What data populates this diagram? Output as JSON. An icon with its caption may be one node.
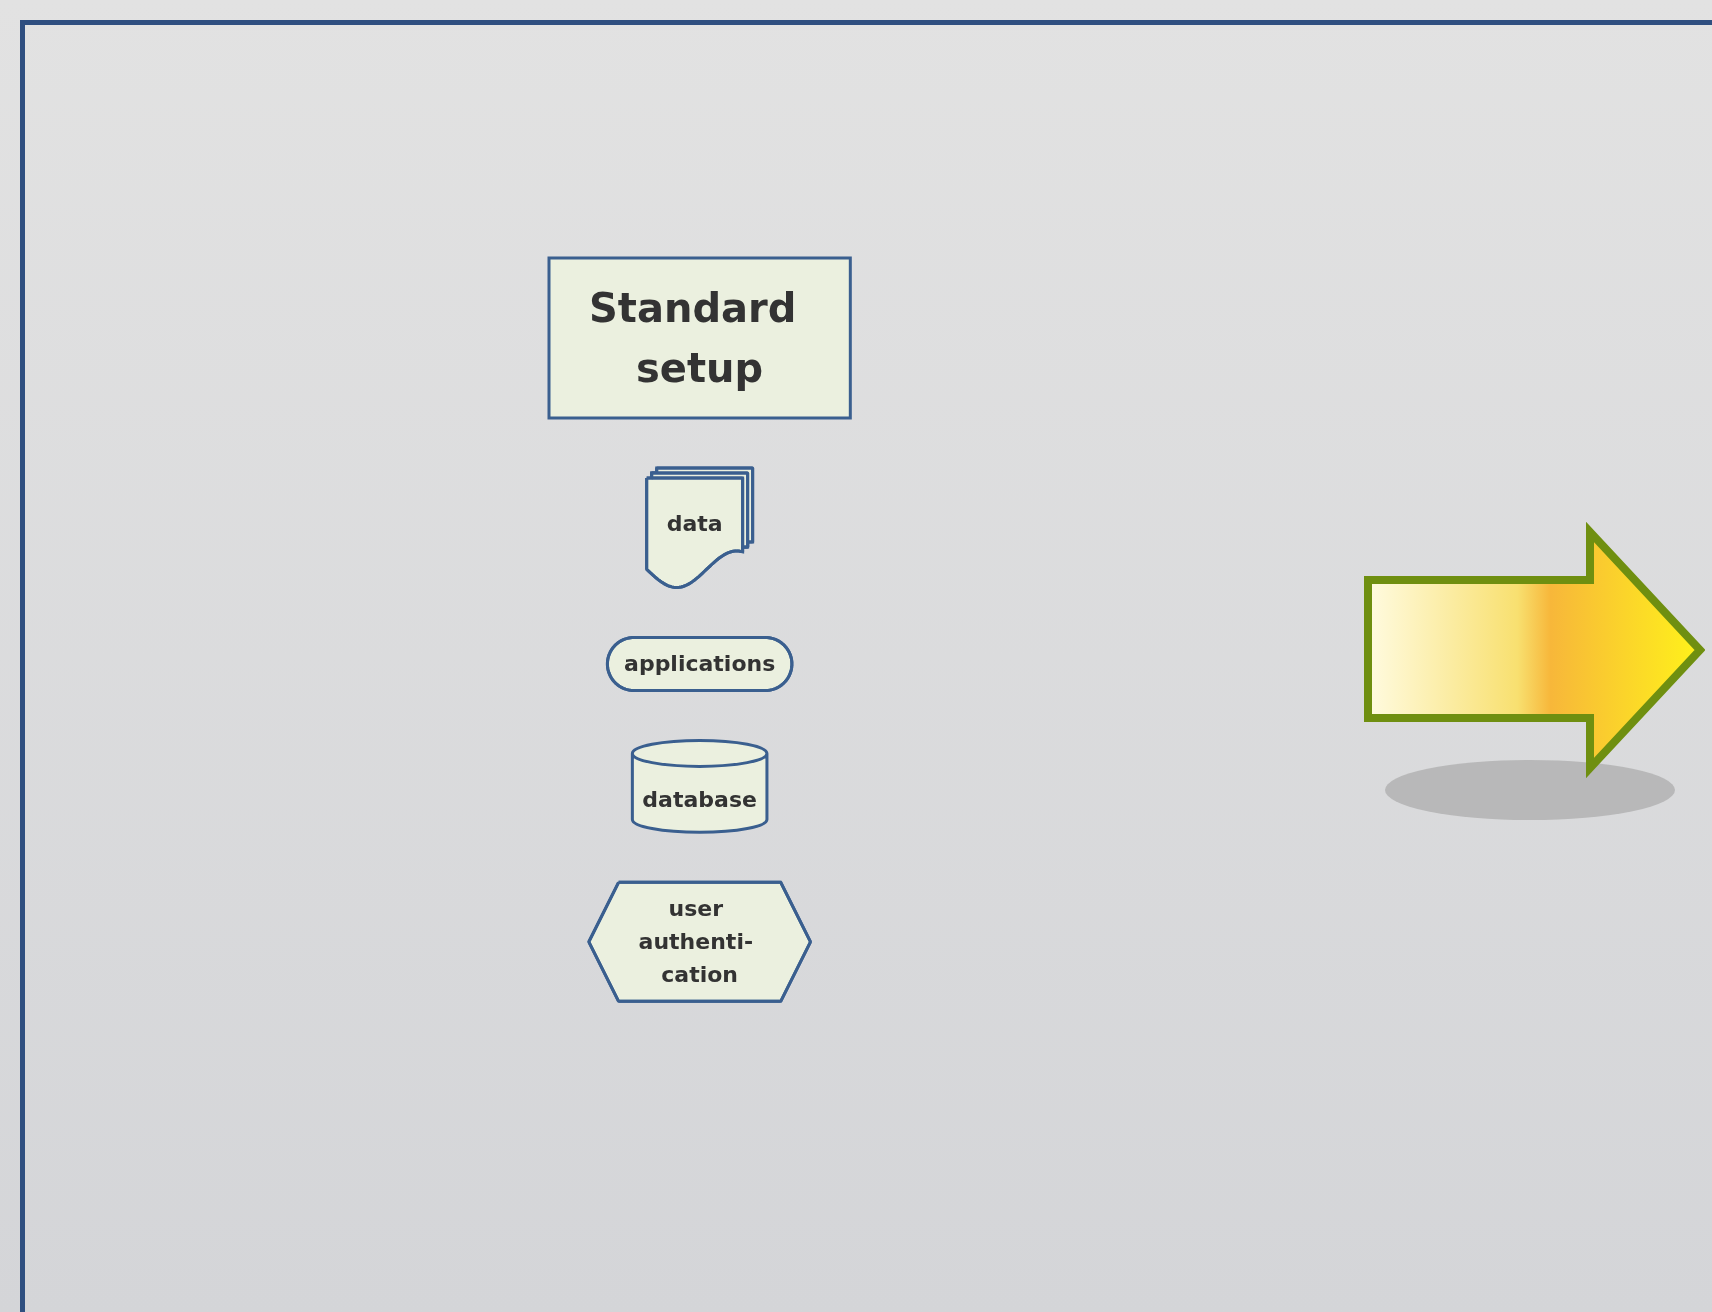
{
  "diagram": {
    "nodes": [
      {
        "text": [
          "Standard setup"
        ]
      },
      {
        "text": [
          "data"
        ]
      },
      {
        "text": [
          "applications"
        ]
      },
      {
        "text": [
          "database"
        ]
      },
      {
        "text": [
          "user authenti- cation"
        ]
      }
    ]
  }
}
